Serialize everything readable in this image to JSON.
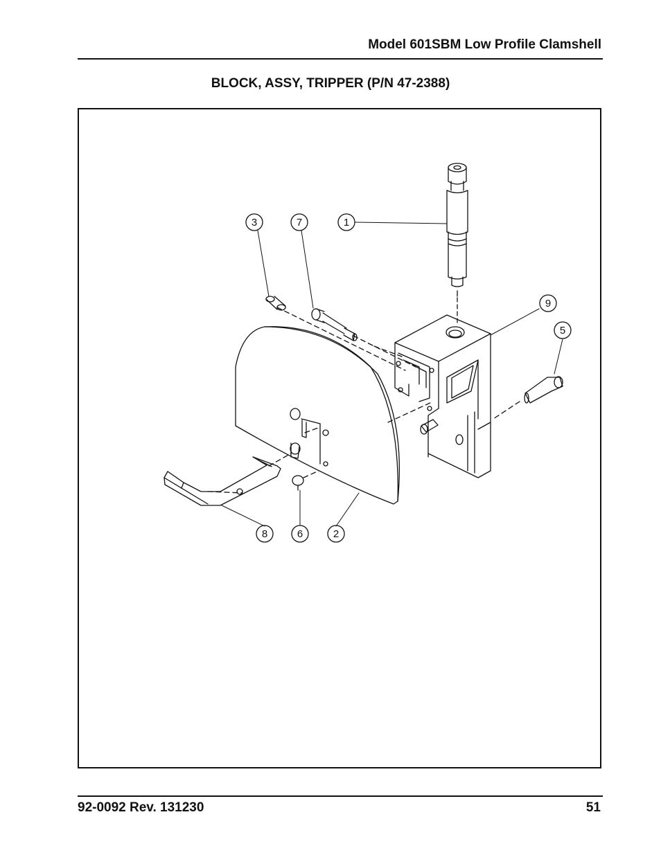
{
  "header": {
    "title": "Model 601SBM Low Profile Clamshell"
  },
  "section": {
    "title": "BLOCK, ASSY, TRIPPER (P/N 47-2388)"
  },
  "figure": {
    "callouts": [
      "1",
      "2",
      "3",
      "5",
      "6",
      "7",
      "8",
      "9"
    ]
  },
  "footer": {
    "doc_number": "92-0092 Rev. 131230",
    "page_number": "51"
  }
}
